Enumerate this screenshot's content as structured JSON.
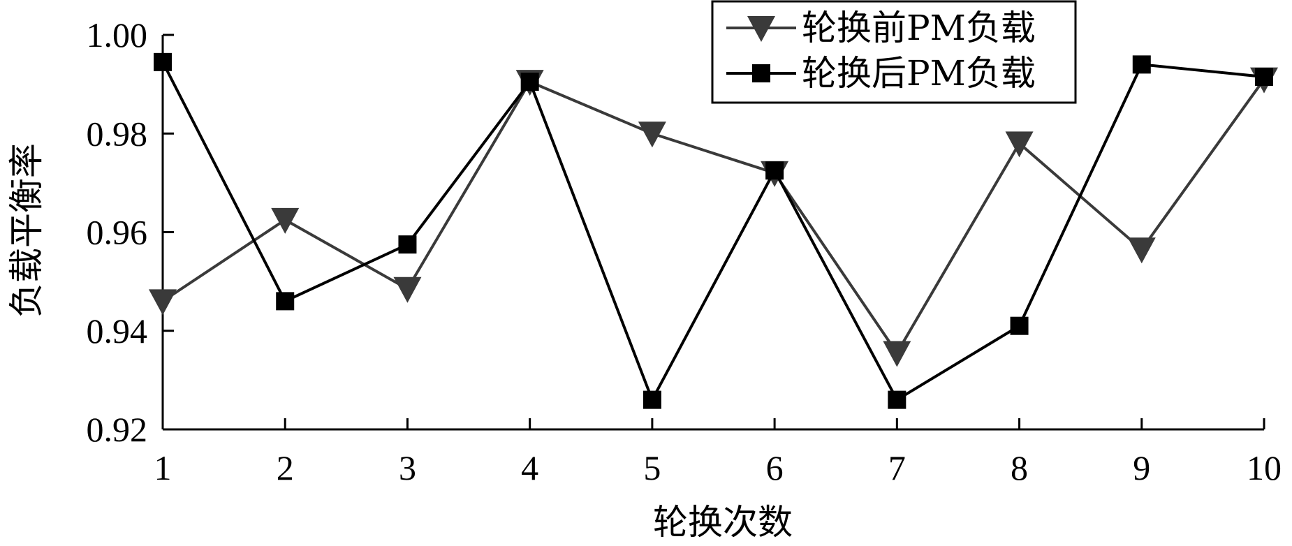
{
  "chart_data": {
    "type": "line",
    "xlabel": "轮换次数",
    "ylabel": "负载平衡率",
    "x": [
      1,
      2,
      3,
      4,
      5,
      6,
      7,
      8,
      9,
      10
    ],
    "x_tick_labels": [
      "1",
      "2",
      "3",
      "4",
      "5",
      "6",
      "7",
      "8",
      "9",
      "10"
    ],
    "y_tick_values": [
      0.92,
      0.94,
      0.96,
      0.98,
      1.0
    ],
    "y_tick_labels": [
      "0.92",
      "0.94",
      "0.96",
      "0.98",
      "1.00"
    ],
    "ylim": [
      0.92,
      1.0
    ],
    "xlim": [
      1,
      10
    ],
    "grid": false,
    "legend_position": "top-right",
    "series": [
      {
        "name": "轮换前PM负载",
        "marker": "triangle-down",
        "color": "#3a3a3a",
        "values": [
          0.946,
          0.9625,
          0.9485,
          0.9905,
          0.98,
          0.972,
          0.9355,
          0.978,
          0.9565,
          0.991
        ]
      },
      {
        "name": "轮换后PM负载",
        "marker": "square",
        "color": "#000000",
        "values": [
          0.9945,
          0.946,
          0.9575,
          0.9905,
          0.926,
          0.9725,
          0.926,
          0.941,
          0.994,
          0.9915
        ]
      }
    ]
  }
}
